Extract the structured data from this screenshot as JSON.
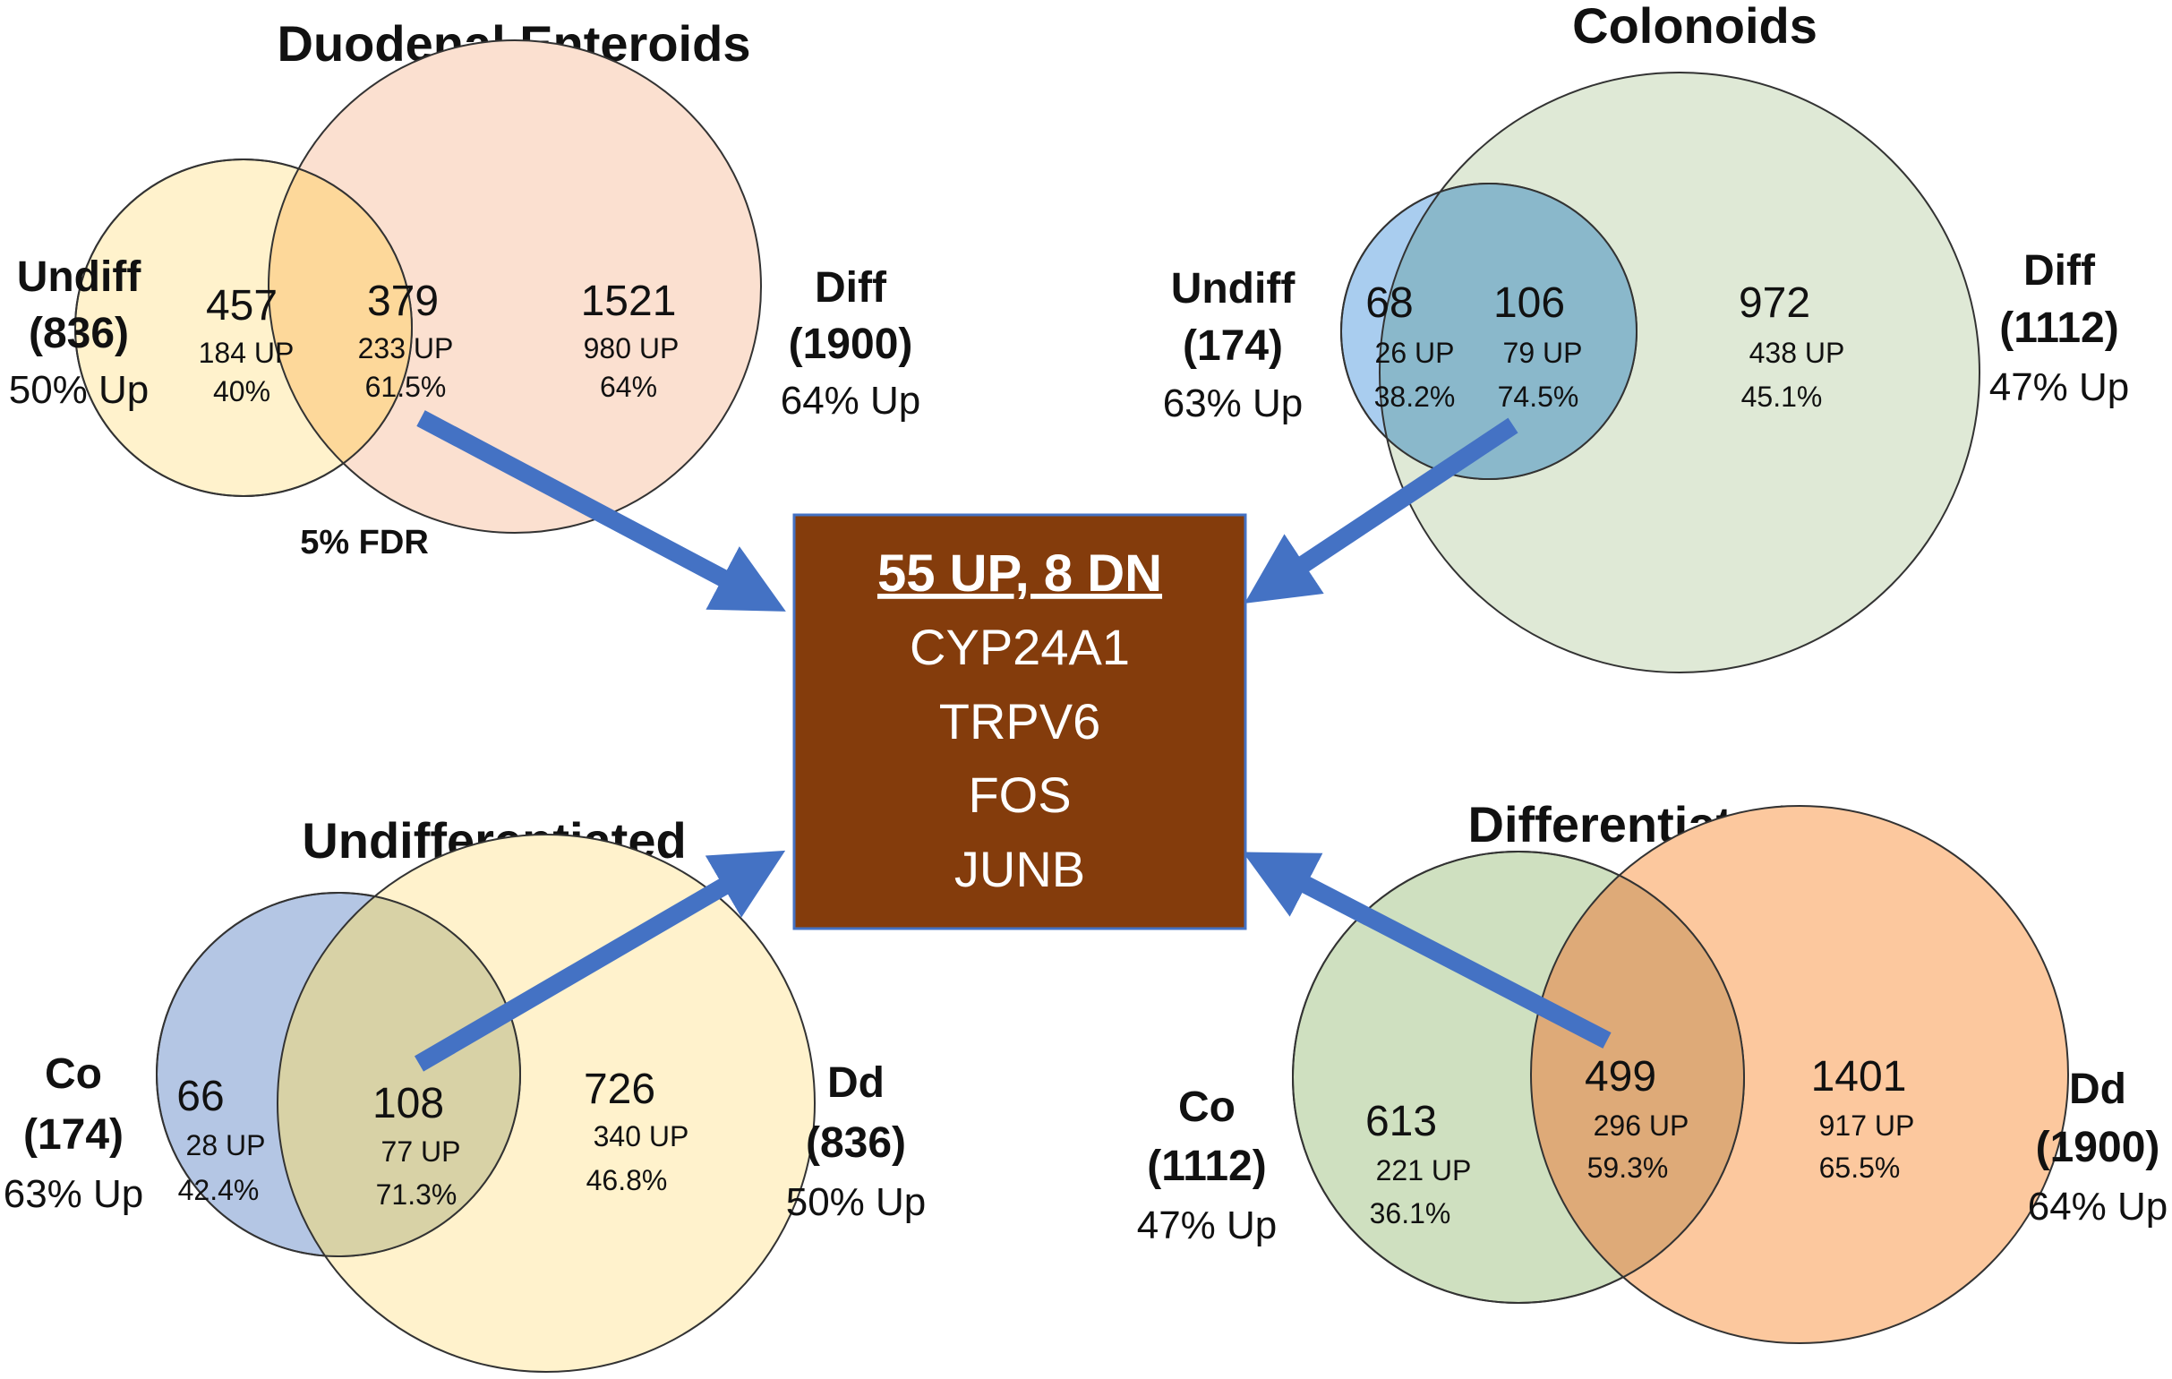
{
  "colors": {
    "yellow": "#fff2cc",
    "peach": "#fbe0d0",
    "orange_overlap": "#fdd89a",
    "light_green": "#dfe9d6",
    "light_blue": "#a9cdef",
    "teal_overlap": "#8ab8cb",
    "slate_blue": "#b4c6e4",
    "khaki_overlap": "#d8d2a6",
    "green": "#cfe0c0",
    "orange": "#fcc89e",
    "brown_overlap": "#deaa78",
    "box": "#843c0c",
    "box_border": "#4472c4",
    "arrow": "#4472c4"
  },
  "venns": {
    "duodenal": {
      "title": "Duodenal Enteroids",
      "left_label": "Undiff",
      "left_count": "(836)",
      "left_pct": "50% Up",
      "right_label": "Diff",
      "right_count": "(1900)",
      "right_pct": "64% Up",
      "left_only": {
        "n": "457",
        "up": "184 UP",
        "pct": "40%"
      },
      "overlap": {
        "n": "379",
        "up": "233 UP",
        "pct": "61.5%"
      },
      "right_only": {
        "n": "1521",
        "up": "980 UP",
        "pct": "64%"
      },
      "note": "5% FDR"
    },
    "colonoids": {
      "title": "Colonoids",
      "left_label": "Undiff",
      "left_count": "(174)",
      "left_pct": "63% Up",
      "right_label": "Diff",
      "right_count": "(1112)",
      "right_pct": "47% Up",
      "left_only": {
        "n": "68",
        "up": "26 UP",
        "pct": "38.2%"
      },
      "overlap": {
        "n": "106",
        "up": "79 UP",
        "pct": "74.5%"
      },
      "right_only": {
        "n": "972",
        "up": "438 UP",
        "pct": "45.1%"
      }
    },
    "undifferentiated": {
      "title": "Undifferentiated",
      "left_label": "Co",
      "left_count": "(174)",
      "left_pct": "63% Up",
      "right_label": "Dd",
      "right_count": "(836)",
      "right_pct": "50% Up",
      "left_only": {
        "n": "66",
        "up": "28 UP",
        "pct": "42.4%"
      },
      "overlap": {
        "n": "108",
        "up": "77 UP",
        "pct": "71.3%"
      },
      "right_only": {
        "n": "726",
        "up": "340 UP",
        "pct": "46.8%"
      }
    },
    "differentiated": {
      "title": "Differentiated",
      "left_label": "Co",
      "left_count": "(1112)",
      "left_pct": "47% Up",
      "right_label": "Dd",
      "right_count": "(1900)",
      "right_pct": "64% Up",
      "left_only": {
        "n": "613",
        "up": "221 UP",
        "pct": "36.1%"
      },
      "overlap": {
        "n": "499",
        "up": "296 UP",
        "pct": "59.3%"
      },
      "right_only": {
        "n": "1401",
        "up": "917 UP",
        "pct": "65.5%"
      }
    }
  },
  "center_box": {
    "header": "55 UP, 8 DN",
    "genes": [
      "CYP24A1",
      "TRPV6",
      "FOS",
      "JUNB"
    ]
  }
}
